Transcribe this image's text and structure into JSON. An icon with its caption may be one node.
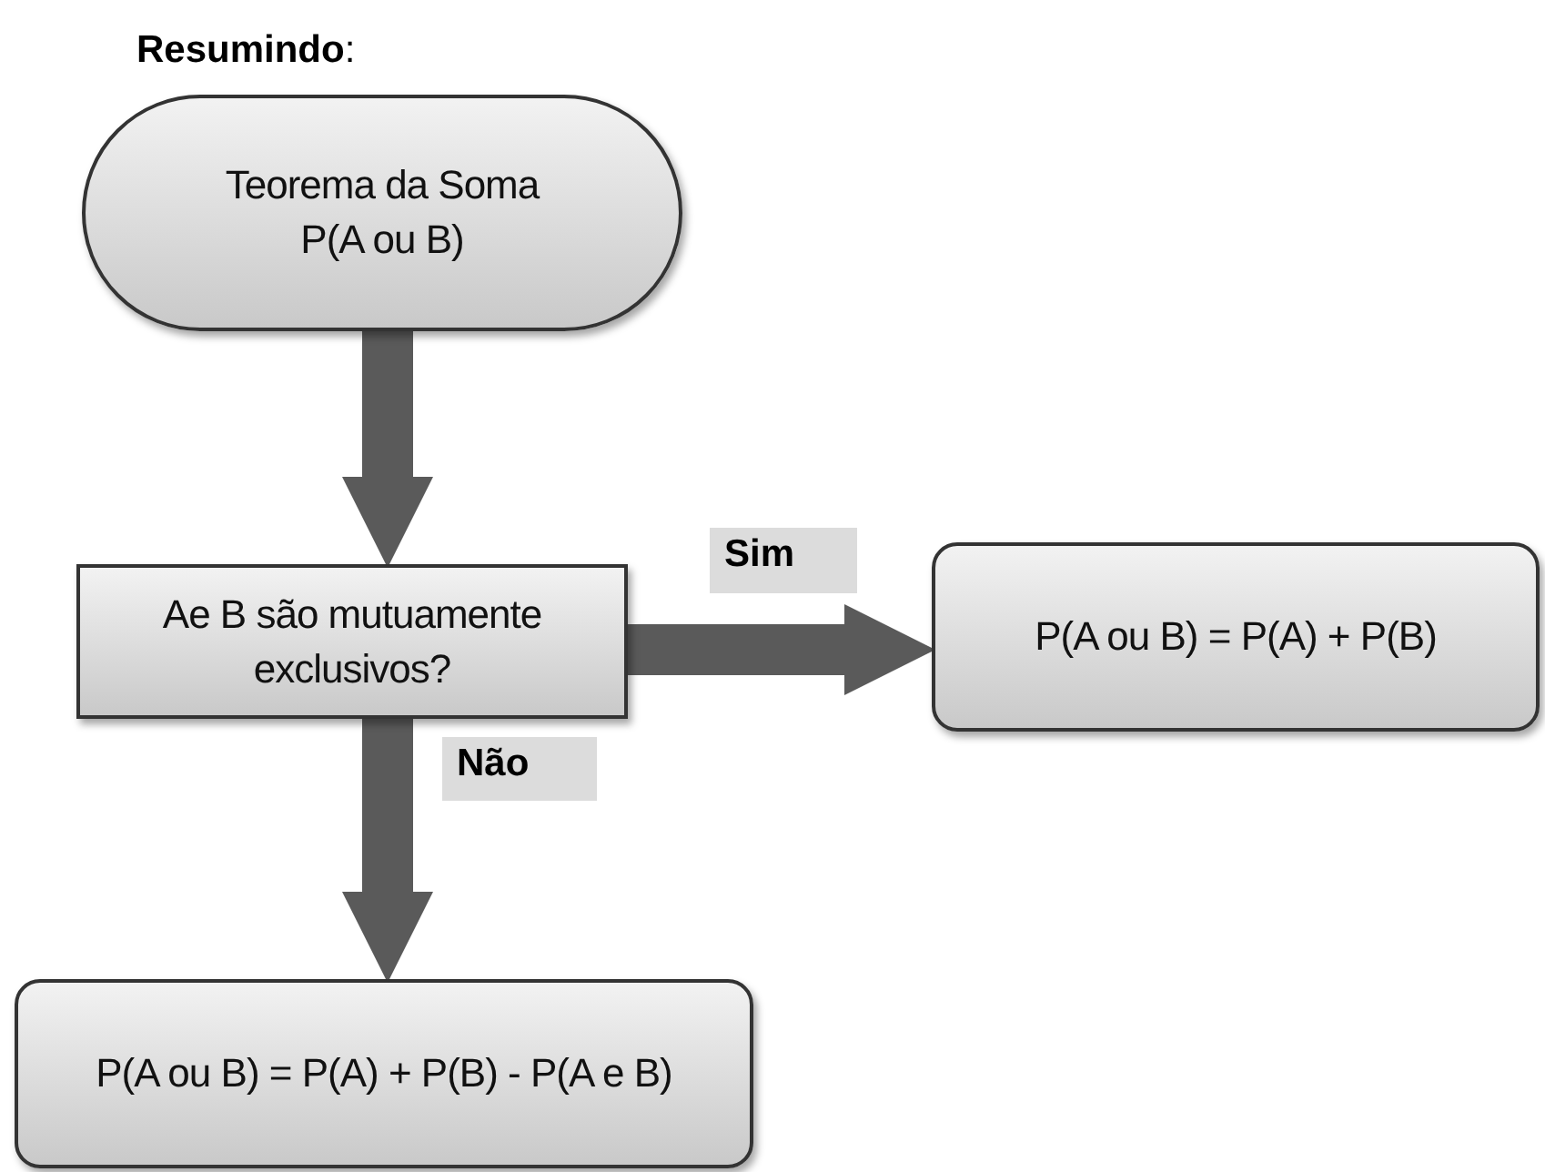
{
  "diagram": {
    "title": "**Resumindo**:",
    "nodes": [
      {
        "text": [
          "Teorema da Soma",
          "P(A ou B)"
        ]
      },
      {
        "text": [
          "Ae B são mutuamente exclusivos?"
        ]
      },
      {
        "text": [
          "P(A ou B) = P(A) + P(B)"
        ]
      },
      {
        "text": [
          "P(A ou B) = P(A) + P(B) - P(A e B)"
        ]
      }
    ],
    "edges": [
      {
        "from": 0,
        "to": 1,
        "arrow": "to"
      },
      {
        "from": 1,
        "to": 2,
        "arrow": "to",
        "label": "Sim"
      },
      {
        "from": 1,
        "to": 3,
        "arrow": "to",
        "label": "Não"
      }
    ]
  }
}
